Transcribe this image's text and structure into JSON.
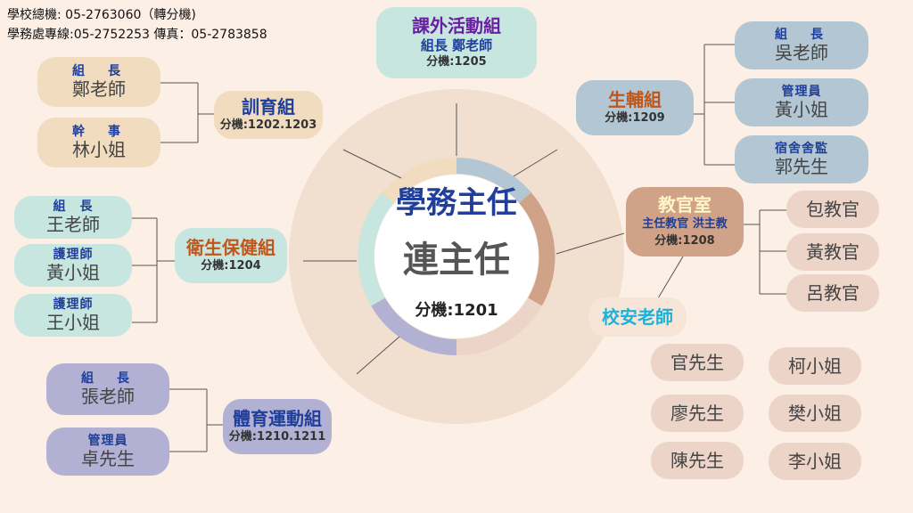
{
  "header": {
    "line1": "學校總機: 05-2763060（轉分機)",
    "line2": "學務處專線:05-2752253  傳真：05-2783858"
  },
  "center": {
    "role": "學務主任",
    "name": "連主任",
    "ext": "分機:1201"
  },
  "extracurricular": {
    "title": "課外活動組",
    "leader": "組長  鄭老師",
    "ext": "分機:1205"
  },
  "discipline": {
    "title": "訓育組",
    "ext": "分機:1202.1203",
    "members": [
      {
        "role": "組　長",
        "name": "鄭老師"
      },
      {
        "role": "幹　事",
        "name": "林小姐"
      }
    ]
  },
  "health": {
    "title": "衛生保健組",
    "ext": "分機:1204",
    "members": [
      {
        "role": "組　長",
        "name": "王老師"
      },
      {
        "role": "護理師",
        "name": "黃小姐"
      },
      {
        "role": "護理師",
        "name": "王小姐"
      }
    ]
  },
  "sports": {
    "title": "體育運動組",
    "ext": "分機:1210.1211",
    "members": [
      {
        "role": "組　長",
        "name": "張老師"
      },
      {
        "role": "管理員",
        "name": "卓先生"
      }
    ]
  },
  "guidance": {
    "title": "生輔組",
    "ext": "分機:1209",
    "members": [
      {
        "role": "組　長",
        "name": "吳老師"
      },
      {
        "role": "管理員",
        "name": "黃小姐"
      },
      {
        "role": "宿舍舍監",
        "name": "郭先生"
      }
    ]
  },
  "military": {
    "title": "教官室",
    "leader": "主任教官  洪主教",
    "ext": "分機:1208",
    "officers": [
      "包教官",
      "黃教官",
      "呂教官"
    ]
  },
  "safety": {
    "title": "校安老師",
    "staff": [
      "官先生",
      "柯小姐",
      "廖先生",
      "樊小姐",
      "陳先生",
      "李小姐"
    ]
  },
  "colors": {
    "background": "#fcefe6",
    "ring": "#f1dcc0",
    "title_purple": "#6a1fa3",
    "title_orange": "#c0561a",
    "title_blue": "#1f3f9a",
    "title_cyan": "#1eb1d8"
  }
}
